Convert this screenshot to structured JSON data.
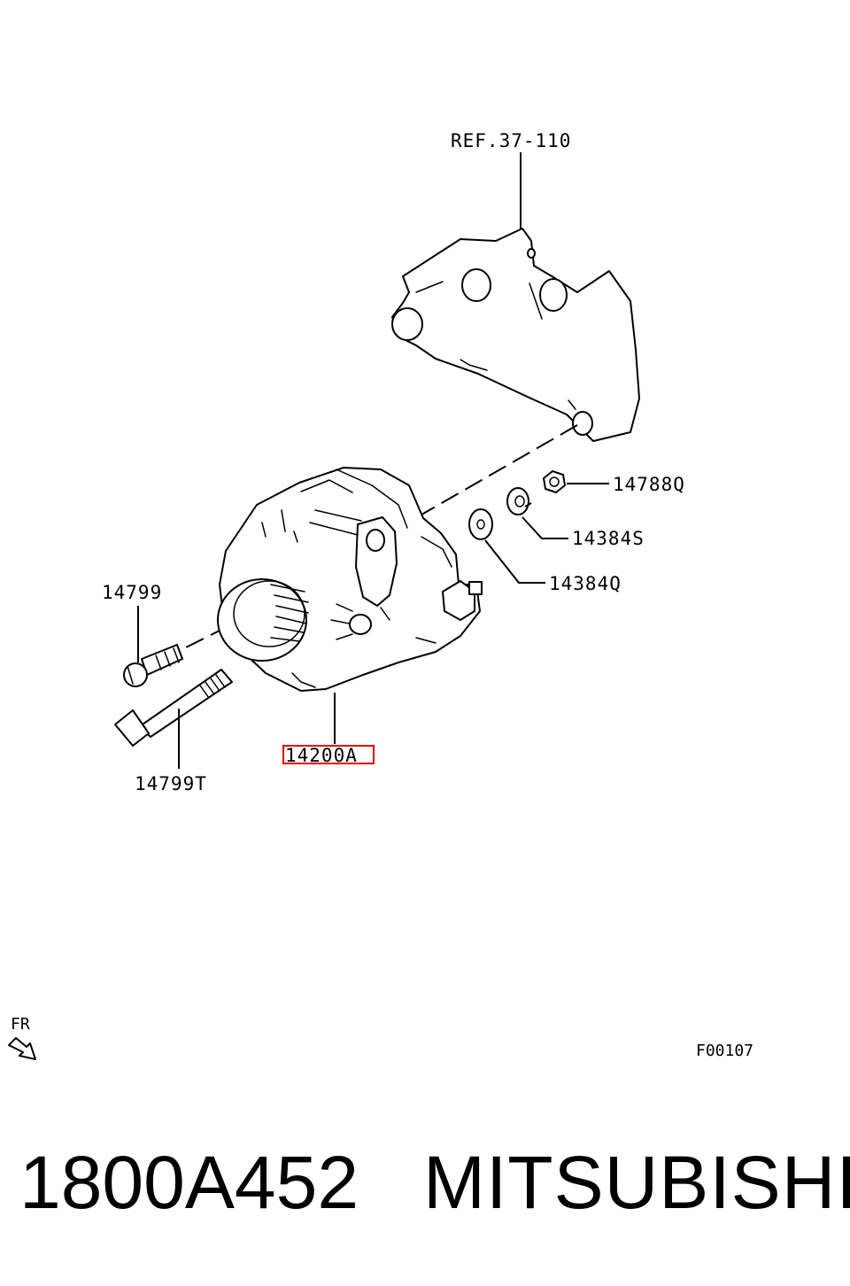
{
  "diagram": {
    "ref_label": "REF.37-110",
    "callouts": {
      "nut": "14788Q",
      "spring_washer": "14384S",
      "washer": "14384Q",
      "bolt": "14799",
      "long_bolt": "14799T",
      "alternator": "14200A"
    },
    "highlight_color": "#e0000a",
    "direction_label": "FR",
    "figure_code": "F00107"
  },
  "footer": {
    "part_number": "1800A452",
    "brand": "MITSUBISHI"
  }
}
